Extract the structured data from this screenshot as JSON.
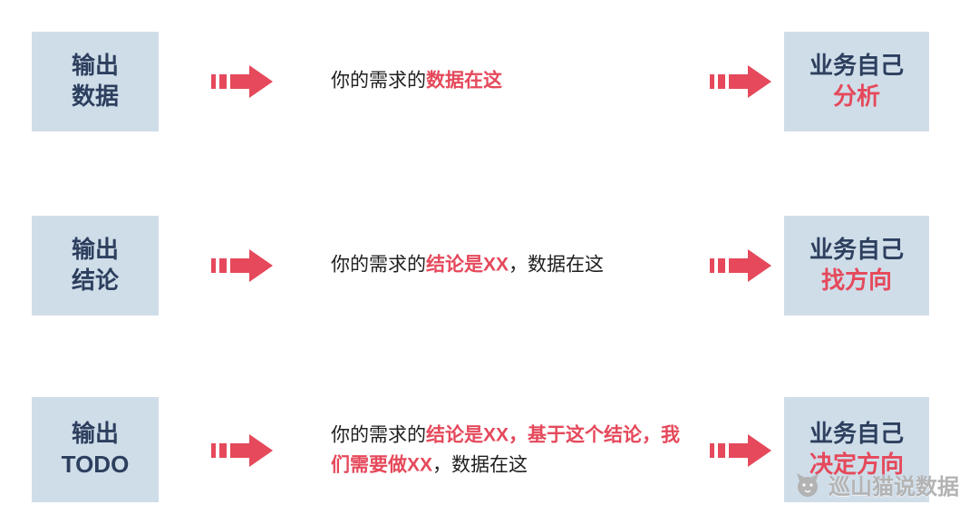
{
  "colors": {
    "box_background": "#cfdde9",
    "box_text": "#2d3f5e",
    "accent_red": "#e5495b",
    "body_text": "#1f1f1f",
    "watermark_gray": "#b3b3b3"
  },
  "rows": [
    {
      "left": {
        "line1": "输出",
        "line2": "数据"
      },
      "middle": {
        "prefix": "你的需求的",
        "emphasis": "数据在这",
        "suffix": ""
      },
      "right": {
        "line1": "业务自己",
        "line2": "分析"
      }
    },
    {
      "left": {
        "line1": "输出",
        "line2": "结论"
      },
      "middle": {
        "prefix": "你的需求的",
        "emphasis": "结论是XX",
        "suffix": "，数据在这"
      },
      "right": {
        "line1": "业务自己",
        "line2": "找方向"
      }
    },
    {
      "left": {
        "line1": "输出",
        "line2": "TODO"
      },
      "middle": {
        "prefix": "你的需求的",
        "emphasis": "结论是XX，基于这个结论，我们需要做XX",
        "suffix": "，数据在这"
      },
      "right": {
        "line1": "业务自己",
        "line2": "决定方向"
      }
    }
  ],
  "watermark": {
    "text": "巡山猫说数据"
  }
}
